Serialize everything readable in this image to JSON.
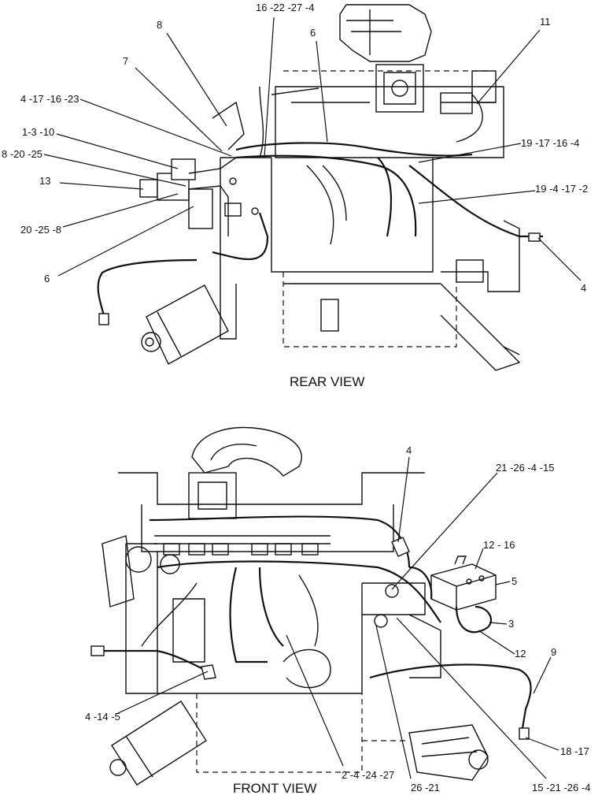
{
  "views": {
    "rear": {
      "title": "REAR VIEW"
    },
    "front": {
      "title": "FRONT VIEW"
    }
  },
  "callouts": {
    "rear": [
      "16 -22 -27 -4",
      "8",
      "6",
      "11",
      "7",
      "4 -17 -16 -23",
      "1-3 -10",
      "8 -20 -25",
      "19 -17 -16 -4",
      "13",
      "19 -4 -17 -2",
      "20 -25 -8",
      "6",
      "4"
    ],
    "front": [
      "4",
      "21 -26 -4 -15",
      "12 - 16",
      "5",
      "3",
      "12",
      "9",
      "4 -14 -5",
      "18 -17",
      "2 -4 -24 -27",
      "26 -21",
      "15 -21 -26 -4"
    ]
  }
}
